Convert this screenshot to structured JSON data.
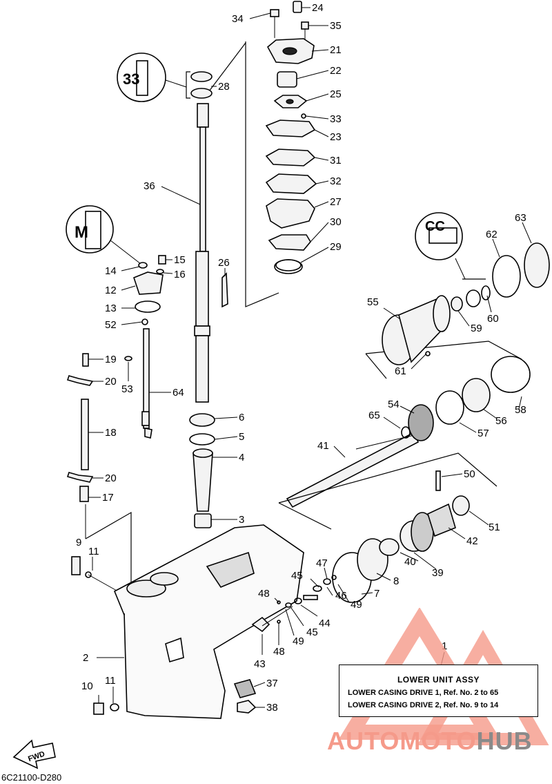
{
  "callouts": [
    {
      "n": "24"
    },
    {
      "n": "34"
    },
    {
      "n": "35"
    },
    {
      "n": "21"
    },
    {
      "n": "22"
    },
    {
      "n": "25"
    },
    {
      "n": "33"
    },
    {
      "n": "23"
    },
    {
      "n": "31"
    },
    {
      "n": "32"
    },
    {
      "n": "27"
    },
    {
      "n": "30"
    },
    {
      "n": "29"
    },
    {
      "n": "28"
    },
    {
      "n": "36"
    },
    {
      "n": "26"
    },
    {
      "n": "15"
    },
    {
      "n": "16"
    },
    {
      "n": "14"
    },
    {
      "n": "12"
    },
    {
      "n": "13"
    },
    {
      "n": "52"
    },
    {
      "n": "19"
    },
    {
      "n": "20"
    },
    {
      "n": "53"
    },
    {
      "n": "64"
    },
    {
      "n": "18"
    },
    {
      "n": "20"
    },
    {
      "n": "17"
    },
    {
      "n": "6"
    },
    {
      "n": "5"
    },
    {
      "n": "4"
    },
    {
      "n": "3"
    },
    {
      "n": "9"
    },
    {
      "n": "11"
    },
    {
      "n": "63"
    },
    {
      "n": "62"
    },
    {
      "n": "55"
    },
    {
      "n": "60"
    },
    {
      "n": "59"
    },
    {
      "n": "61"
    },
    {
      "n": "58"
    },
    {
      "n": "54"
    },
    {
      "n": "65"
    },
    {
      "n": "56"
    },
    {
      "n": "57"
    },
    {
      "n": "41"
    },
    {
      "n": "50"
    },
    {
      "n": "51"
    },
    {
      "n": "42"
    },
    {
      "n": "40"
    },
    {
      "n": "39"
    },
    {
      "n": "47"
    },
    {
      "n": "8"
    },
    {
      "n": "45"
    },
    {
      "n": "7"
    },
    {
      "n": "48"
    },
    {
      "n": "46"
    },
    {
      "n": "49"
    },
    {
      "n": "44"
    },
    {
      "n": "45"
    },
    {
      "n": "49"
    },
    {
      "n": "48"
    },
    {
      "n": "1"
    },
    {
      "n": "2"
    },
    {
      "n": "43"
    },
    {
      "n": "10"
    },
    {
      "n": "11"
    },
    {
      "n": "37"
    },
    {
      "n": "38"
    }
  ],
  "assembly_box": {
    "title": "LOWER UNIT ASSY",
    "line1": "LOWER CASING DRIVE 1,  Ref. No. 2 to 65",
    "line2": "LOWER CASING DRIVE 2,  Ref. No. 9 to 14"
  },
  "drawing_code": "6C21100-D280",
  "fwd_label": "FWD",
  "watermark": {
    "part1": "AUTOMOTO",
    "part2": "HUB"
  },
  "colors": {
    "line": "#000000",
    "watermark_red": "#f59a8a",
    "watermark_grey": "#8a8a8a"
  }
}
